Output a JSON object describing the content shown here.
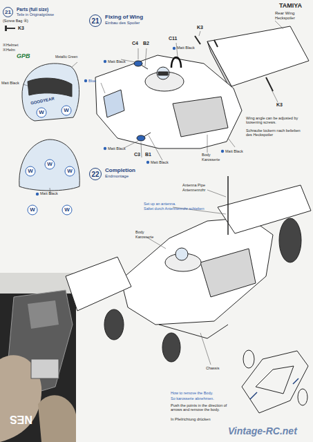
{
  "diagram": {
    "nodes": [
      {
        "text": [
          "21"
        ]
      },
      {
        "text": [
          "21"
        ]
      },
      {
        "text": [
          "22"
        ]
      }
    ],
    "labels": [
      "Parts (full size)",
      "Teile in Originalgrösse",
      "(Screw Bag ④)",
      "K3",
      "※Helmet",
      "※Helm",
      "GPB",
      "Metallic Green",
      "Matt Black",
      "GOODYEAR",
      "W",
      "W",
      "W",
      "W",
      "W",
      "Matt Black",
      "W",
      "W",
      "Fixing of Wing",
      "Einbau des Spoiler",
      "TAMIYA",
      "Rear Wing",
      "Heckspoiler",
      "K3",
      "C11",
      "Matt Black",
      "C4",
      "B2",
      "Matt Black",
      "Blue",
      "K3",
      "Wing angle can be adjusted by loosening screws.",
      "Schraube lockern nach belieben des Heckspoiler",
      "Body",
      "Karosserie",
      "Matt Black",
      "Matt Black",
      "C3",
      "B1",
      "Matt Black",
      "Completion",
      "Endmontage",
      "Antenna Pipe",
      "Antennenrohr",
      "Set up an antenna.",
      "Saltet durch Antennenrohr schieben",
      "Body",
      "Karosserie",
      "Chassis",
      "How to remove the Body.",
      "So karosserie abnehmen.",
      "Push the points in the direction of arrows and remove the body.",
      "In Pfeilrichtung drücken",
      "Vintage-RC.net",
      "NES"
    ]
  }
}
